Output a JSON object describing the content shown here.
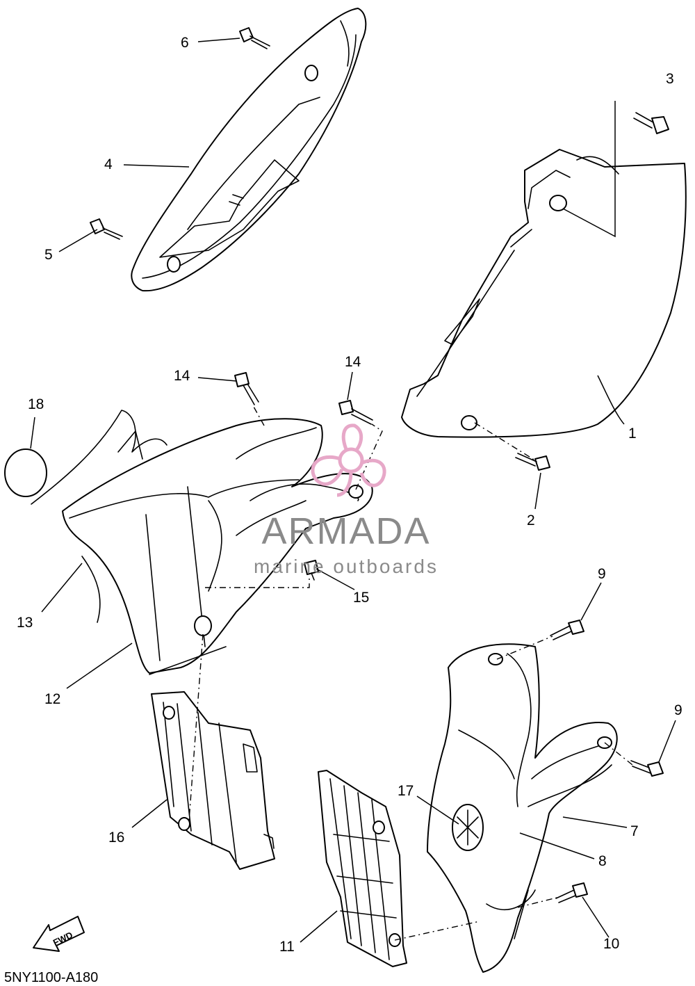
{
  "diagram": {
    "code": "5NY1100-A180",
    "fwd_label": "FWD",
    "callouts": [
      {
        "id": "c1",
        "label": "1"
      },
      {
        "id": "c2",
        "label": "2"
      },
      {
        "id": "c3",
        "label": "3"
      },
      {
        "id": "c4",
        "label": "4"
      },
      {
        "id": "c5",
        "label": "5"
      },
      {
        "id": "c6",
        "label": "6"
      },
      {
        "id": "c7",
        "label": "7"
      },
      {
        "id": "c8",
        "label": "8"
      },
      {
        "id": "c9a",
        "label": "9"
      },
      {
        "id": "c9b",
        "label": "9"
      },
      {
        "id": "c10",
        "label": "10"
      },
      {
        "id": "c11",
        "label": "11"
      },
      {
        "id": "c12",
        "label": "12"
      },
      {
        "id": "c13",
        "label": "13"
      },
      {
        "id": "c14a",
        "label": "14"
      },
      {
        "id": "c14b",
        "label": "14"
      },
      {
        "id": "c15",
        "label": "15"
      },
      {
        "id": "c16",
        "label": "16"
      },
      {
        "id": "c17",
        "label": "17"
      },
      {
        "id": "c18",
        "label": "18"
      }
    ]
  },
  "watermark": {
    "brand": "ARMADA",
    "tagline": "marine outboards",
    "logo_color": "#e7a8c8",
    "text_color": "#8a8a8a"
  },
  "colors": {
    "line": "#000000",
    "background": "#ffffff"
  }
}
